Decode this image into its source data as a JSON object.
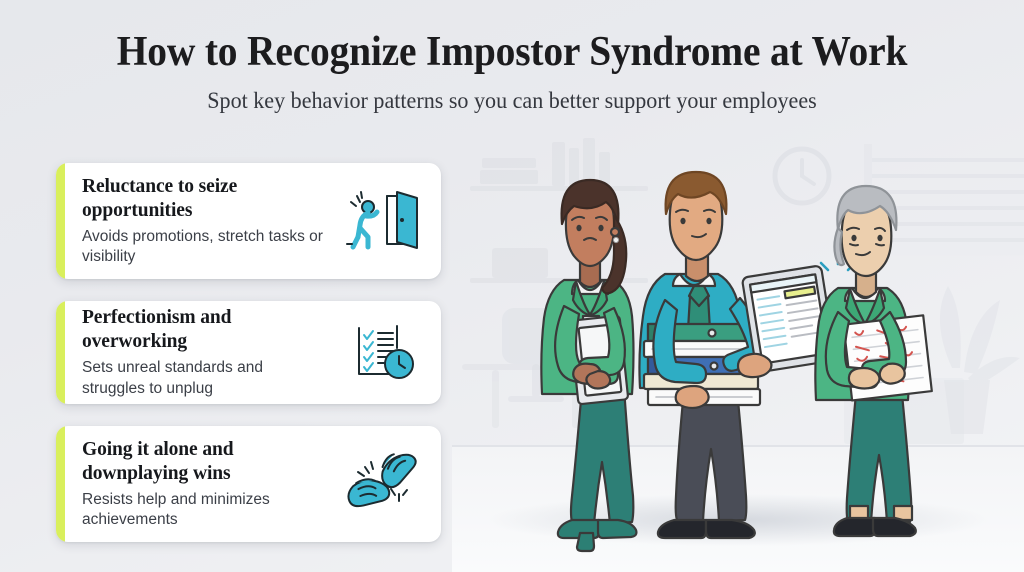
{
  "header": {
    "title": "How to Recognize Impostor Syndrome at Work",
    "subtitle": "Spot key behavior patterns so you can better support your employees"
  },
  "theme": {
    "background": "#e8eaee",
    "accent_bar": "#d9ef5c",
    "icon_teal": "#38b8d4",
    "card_background": "#ffffff",
    "title_color": "#1c1c1e",
    "body_color": "#3b3f47",
    "blazer_green": "#4cb584",
    "shirt_teal": "#2eadc4",
    "trouser_teal": "#2c7f74",
    "trouser_gray": "#4a4d57"
  },
  "cards": [
    {
      "title": "Reluctance to seize opportunities",
      "description": "Avoids promotions, stretch tasks or visibility",
      "icon": "person-leaving-door-icon"
    },
    {
      "title": "Perfectionism and overworking",
      "description": "Sets unreal standards and struggles to unplug",
      "icon": "checklist-clock-icon"
    },
    {
      "title": "Going it alone and downplaying wins",
      "description": "Resists help and minimizes achievements",
      "icon": "clapping-hands-icon"
    }
  ],
  "illustration": {
    "name": "three-office-workers-illustration",
    "background_items": [
      {
        "name": "bookshelf-silhouette"
      },
      {
        "name": "wall-clock-silhouette"
      },
      {
        "name": "window-blinds-silhouette"
      },
      {
        "name": "potted-plant-silhouette"
      },
      {
        "name": "office-chair-silhouette"
      },
      {
        "name": "desk-silhouette"
      }
    ],
    "figures": [
      {
        "name": "woman-holding-laptop",
        "description": "Young woman with dark ponytail in green blazer holding a laptop, looking down"
      },
      {
        "name": "man-carrying-binders-and-tablet",
        "description": "Man in teal shirt and green tie carrying a stack of binders and a tablet"
      },
      {
        "name": "senior-woman-holding-marked-document",
        "description": "Older woman with gray hair in green blazer holding a paper covered in red marks"
      }
    ]
  }
}
